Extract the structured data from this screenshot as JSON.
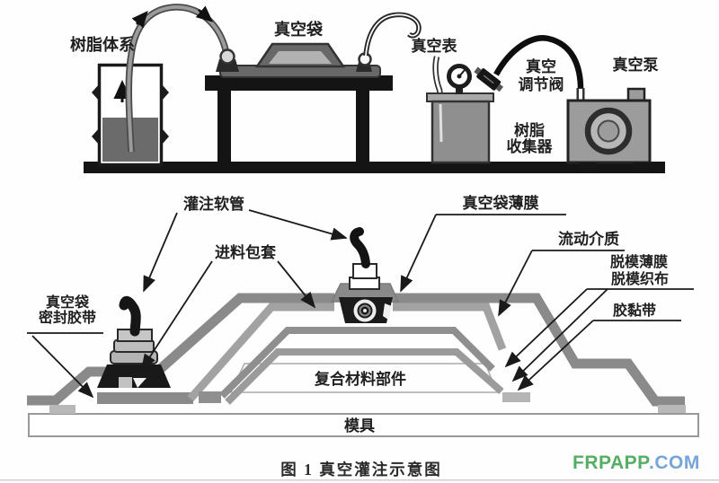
{
  "figure": {
    "caption": "图 1  真空灌注示意图",
    "watermark": {
      "brand": "FRPAPP",
      "tld": ".COM",
      "brand_color": "#54ae64",
      "tld_color": "#76a5d8"
    }
  },
  "top_diagram": {
    "labels": {
      "resin_system": "树脂体系",
      "vacuum_bag": "真空袋",
      "vacuum_gauge": "真空表",
      "vacuum_regulating_valve_line1": "真空",
      "vacuum_regulating_valve_line2": "调节阀",
      "vacuum_pump": "真空泵",
      "resin_collector_line1": "树脂",
      "resin_collector_line2": "收集器"
    }
  },
  "cross_section": {
    "labels": {
      "infusion_hose": "灌注软管",
      "feed_sleeve": "进料包套",
      "vacuum_bag_film": "真空袋薄膜",
      "flow_medium": "流动介质",
      "release_film": "脱模薄膜",
      "release_fabric": "脱模织布",
      "adhesive_tape": "胶黏带",
      "seal_tape_line1": "真空袋",
      "seal_tape_line2": "密封胶带",
      "composite_part": "复合材料部件",
      "mold": "模具"
    }
  },
  "colors": {
    "line_art": "#1a1a1a",
    "layer_gray": "#8a8a8a",
    "light_gray_tape": "#b8b8b8",
    "equipment_gray": "#9c9c9c"
  }
}
